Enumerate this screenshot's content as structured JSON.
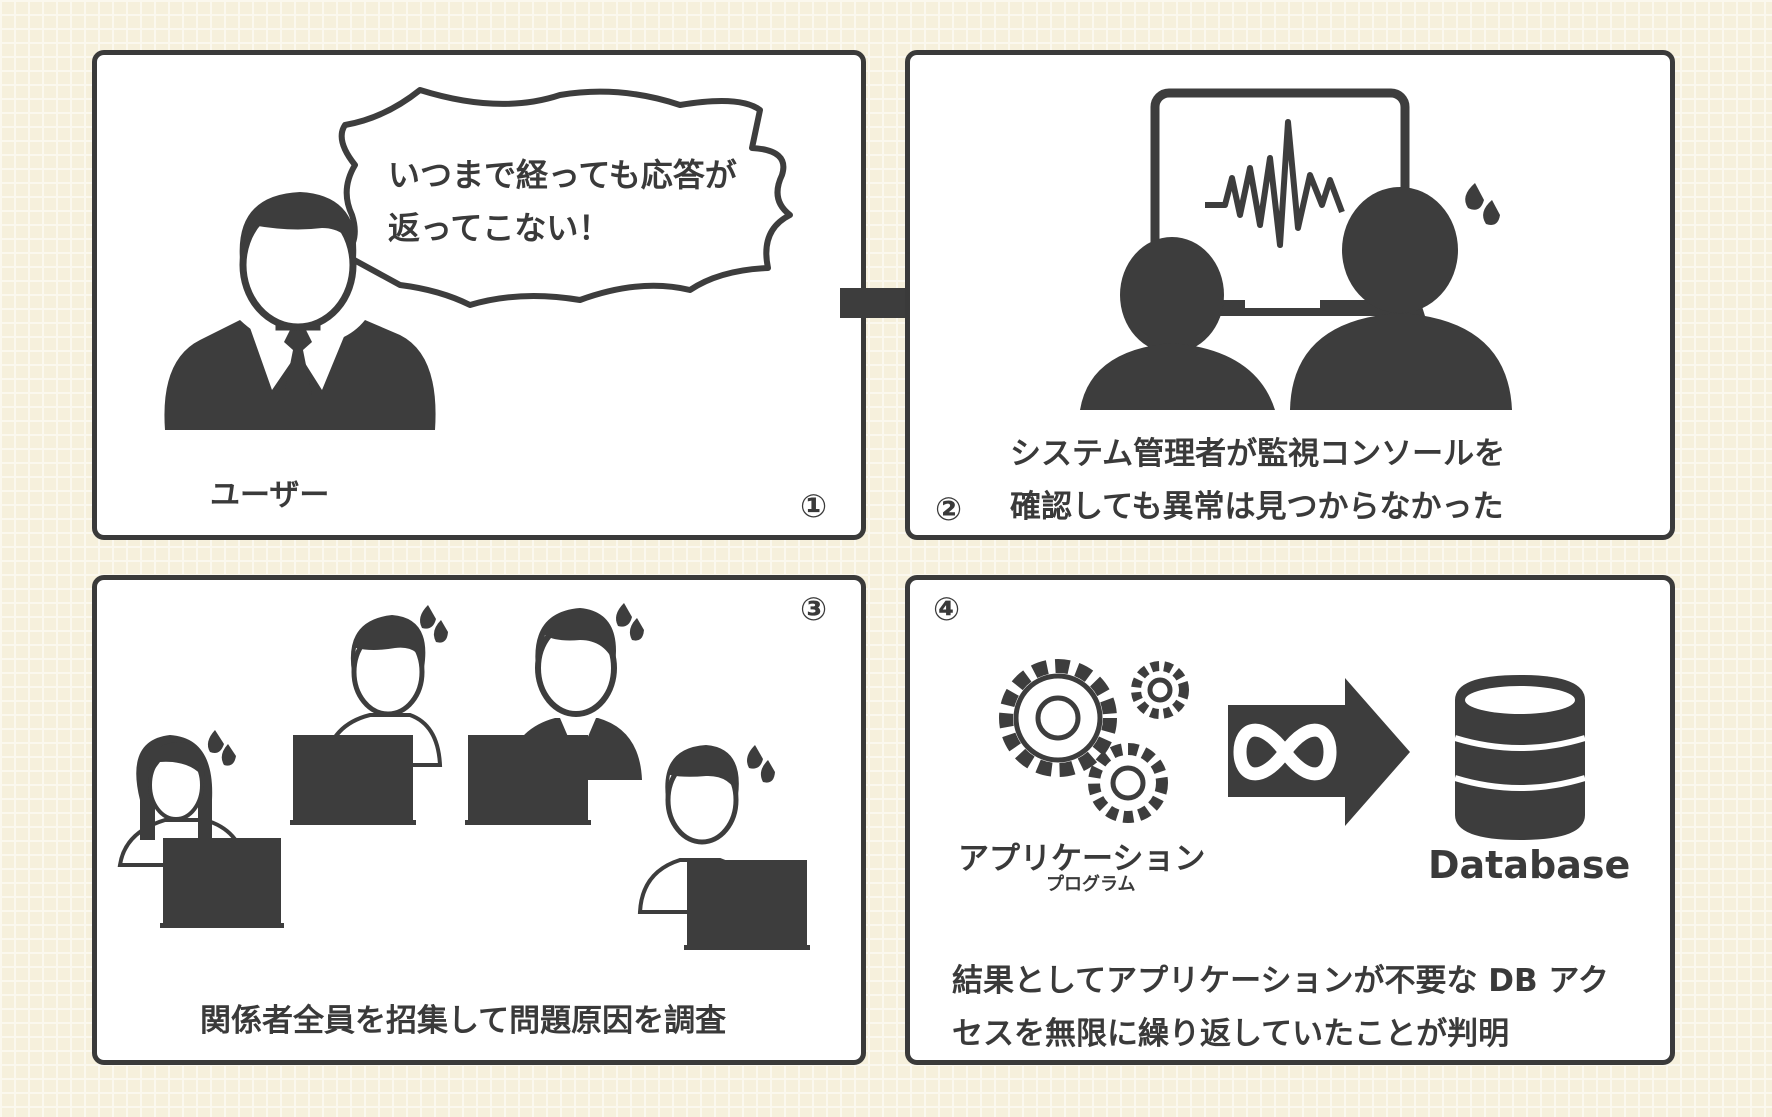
{
  "panel1": {
    "number": "①",
    "speech": [
      "いつまで経っても応答が",
      "返ってこない！"
    ],
    "user_label": "ユーザー"
  },
  "panel2": {
    "number": "②",
    "caption": [
      "システム管理者が監視コンソールを",
      "確認しても異常は見つからなかった"
    ]
  },
  "panel3": {
    "number": "③",
    "caption": "関係者全員を招集して問題原因を調査"
  },
  "panel4": {
    "number": "④",
    "app_label": "アプリケーション",
    "app_sub_label": "プログラム",
    "db_label": "Database",
    "caption": [
      "結果としてアプリケーションが不要な DB アク",
      "セスを無限に繰り返していたことが判明"
    ]
  },
  "colors": {
    "ink": "#3d3d3d",
    "background": "#f6f0dc"
  }
}
